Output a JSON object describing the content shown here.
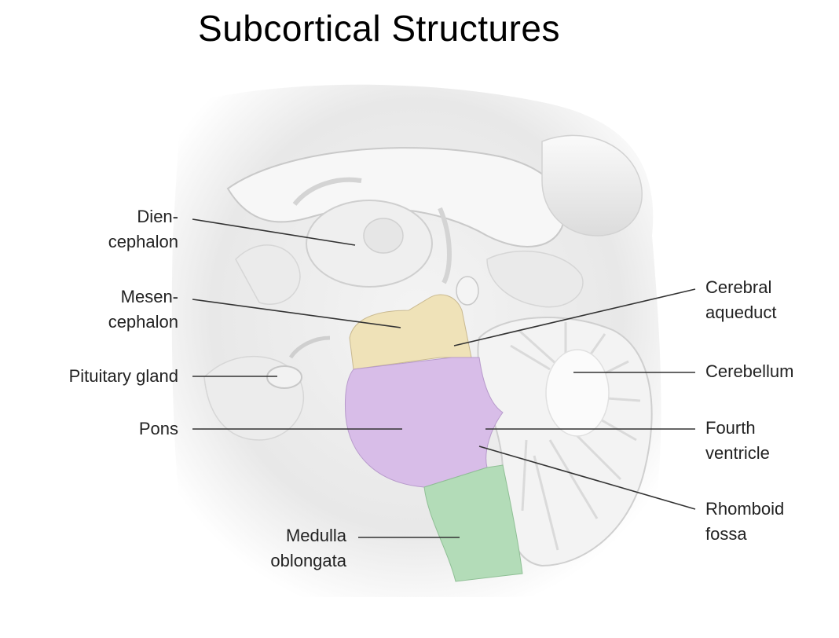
{
  "title": "Subcortical Structures",
  "labels": {
    "diencephalon": [
      "Dien-",
      "cephalon"
    ],
    "mesencephalon": [
      "Mesen-",
      "cephalon"
    ],
    "pituitary_gland": [
      "Pituitary gland"
    ],
    "pons": [
      "Pons"
    ],
    "medulla_oblongata": [
      "Medulla",
      "oblongata"
    ],
    "cerebral_aqueduct": [
      "Cerebral",
      "aqueduct"
    ],
    "cerebellum": [
      "Cerebellum"
    ],
    "fourth_ventricle": [
      "Fourth",
      "ventricle"
    ],
    "rhomboid_fossa": [
      "Rhomboid",
      "fossa"
    ]
  },
  "colors": {
    "mesencephalon": "#efe2b8",
    "pons": "#d8bde8",
    "medulla": "#b3dcb8",
    "brain_tissue": "#ececec",
    "label_lines": "#333333"
  }
}
